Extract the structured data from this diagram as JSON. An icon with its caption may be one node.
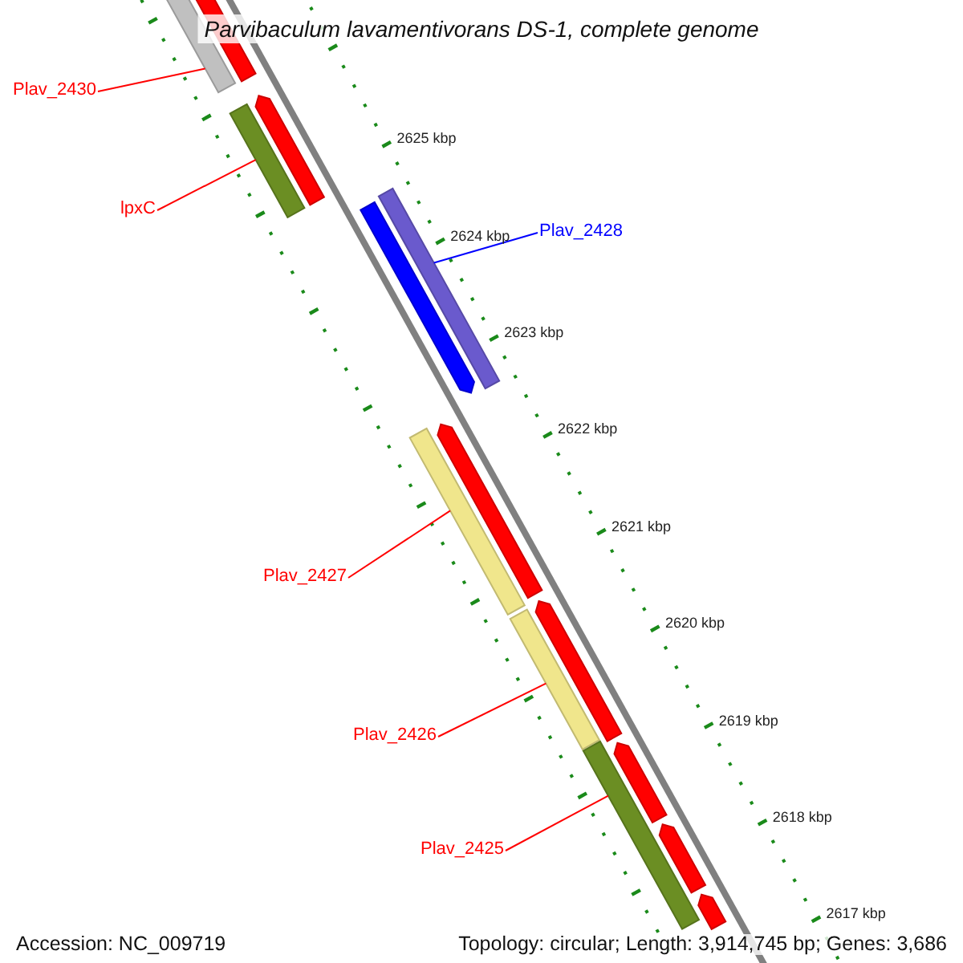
{
  "diagram": {
    "title": "Parvibaculum lavamentivorans DS-1, complete genome",
    "nodes": [
      {
        "text": [
          "Plav_2430"
        ]
      },
      {
        "text": [],
        "shape": "bar"
      },
      {
        "text": [
          "lpxC"
        ]
      },
      {
        "text": [],
        "shape": "bar"
      },
      {
        "text": [
          "Plav_2428"
        ]
      },
      {
        "text": [],
        "shape": "bar"
      },
      {
        "text": [
          "Plav_2427"
        ]
      },
      {
        "text": [],
        "shape": "bar"
      },
      {
        "text": [
          "Plav_2426"
        ]
      },
      {
        "text": [],
        "shape": "bar"
      },
      {
        "text": [
          "Plav_2425"
        ]
      },
      {
        "text": [],
        "shape": "bar"
      },
      {
        "text": [],
        "shape": "arrow"
      },
      {
        "text": [],
        "shape": "arrow"
      },
      {
        "text": [],
        "shape": "arrow"
      },
      {
        "text": [],
        "shape": "arrow"
      },
      {
        "text": [],
        "shape": "arrow"
      },
      {
        "text": [],
        "shape": "arrow"
      },
      {
        "text": [],
        "shape": "arrow"
      },
      {
        "text": [],
        "shape": "arrow"
      }
    ],
    "edges": [
      {
        "from": 0,
        "to": 1,
        "arrow": "none"
      },
      {
        "from": 2,
        "to": 3,
        "arrow": "none"
      },
      {
        "from": 4,
        "to": 5,
        "arrow": "none",
        "color": "#0000ff"
      },
      {
        "from": 6,
        "to": 7,
        "arrow": "none"
      },
      {
        "from": 8,
        "to": 9,
        "arrow": "none"
      },
      {
        "from": 10,
        "to": 11,
        "arrow": "none"
      }
    ],
    "labels": [
      "2625 kbp",
      "2624 kbp",
      "2623 kbp",
      "2622 kbp",
      "2621 kbp",
      "2620 kbp",
      "2619 kbp",
      "2618 kbp",
      "2617 kbp",
      "Accession: NC_009719",
      "Topology: circular; Length: 3,914,745 bp; Genes: 3,686"
    ]
  }
}
